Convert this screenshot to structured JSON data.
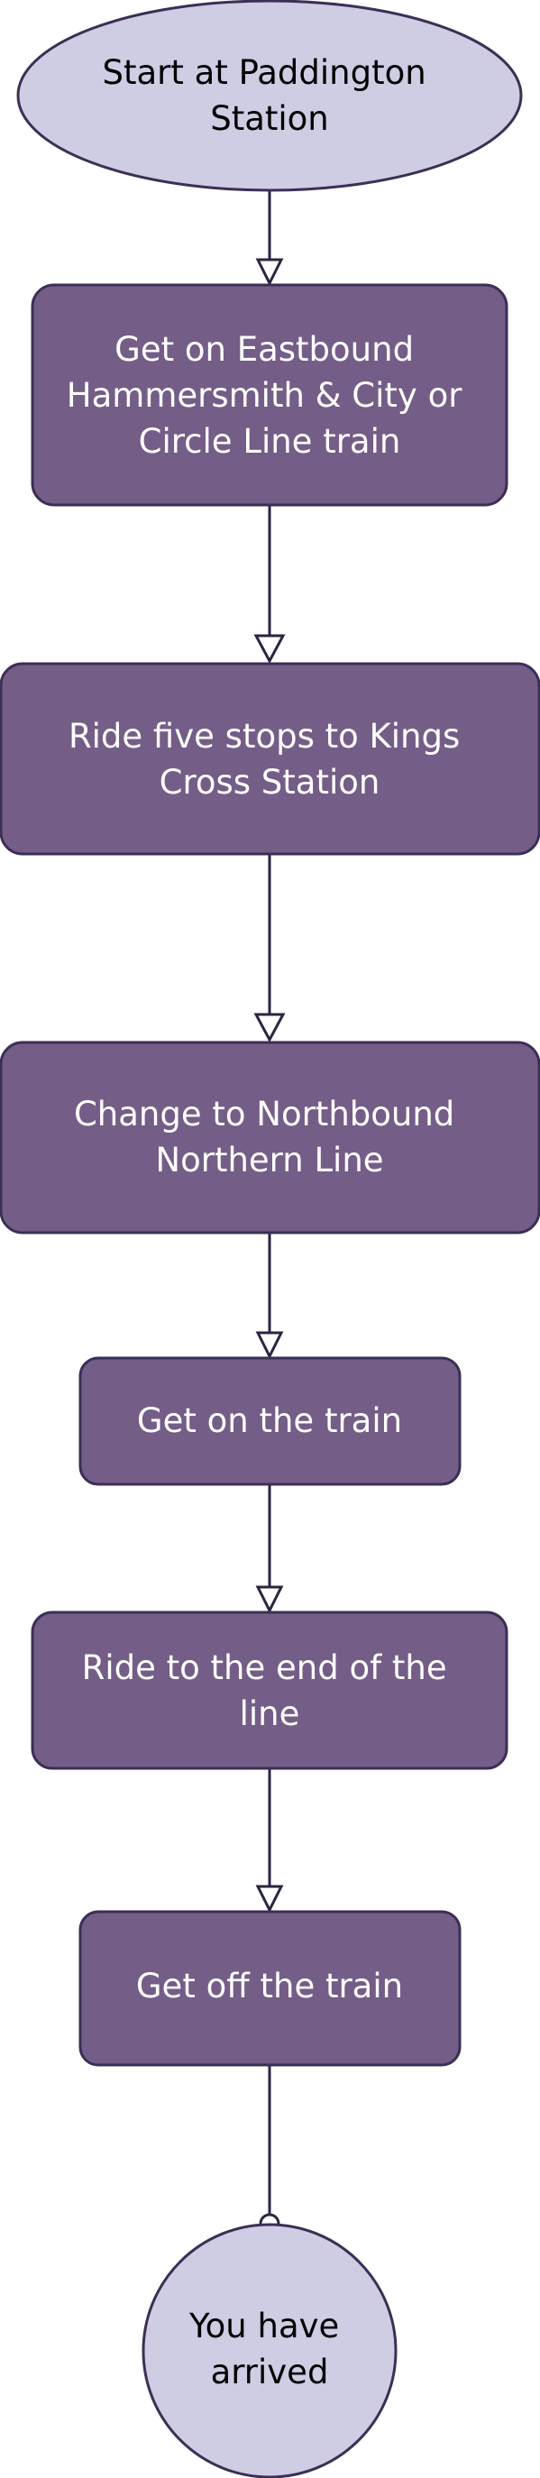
{
  "colors": {
    "start_end_fill": "#cecde3",
    "process_fill": "#745d87",
    "stroke": "#3b2f55",
    "connector": "#2e2440",
    "dark_text": "#000000",
    "light_text": "#ffffff"
  },
  "nodes": {
    "start": {
      "lines": [
        "Start at Paddington",
        "Station"
      ]
    },
    "step1": {
      "lines": [
        "Get on Eastbound",
        "Hammersmith & City or",
        "Circle Line train"
      ]
    },
    "step2": {
      "lines": [
        "Ride five stops to Kings",
        "Cross Station"
      ]
    },
    "step3": {
      "lines": [
        "Change to Northbound",
        "Northern Line"
      ]
    },
    "step4": {
      "lines": [
        "Get on the train"
      ]
    },
    "step5": {
      "lines": [
        "Ride to the end of the",
        "line"
      ]
    },
    "step6": {
      "lines": [
        "Get off the train"
      ]
    },
    "end": {
      "lines": [
        "You have",
        "arrived"
      ]
    }
  }
}
